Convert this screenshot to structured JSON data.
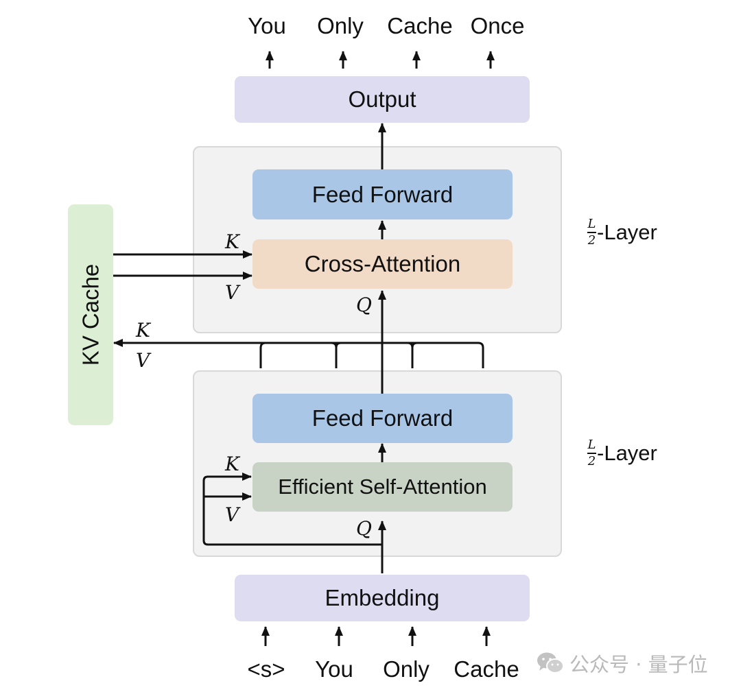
{
  "output_tokens": [
    "You",
    "Only",
    "Cache",
    "Once"
  ],
  "input_tokens": [
    "<s>",
    "You",
    "Only",
    "Cache"
  ],
  "blocks": {
    "output": "Output",
    "embedding": "Embedding",
    "upper_feed_forward": "Feed Forward",
    "cross_attention": "Cross-Attention",
    "lower_feed_forward": "Feed Forward",
    "self_attention": "Efficient Self-Attention",
    "kv_cache": "KV Cache"
  },
  "layer_labels": {
    "upper": {
      "numerator": "L",
      "denominator": "2",
      "suffix": "-Layer"
    },
    "lower": {
      "numerator": "L",
      "denominator": "2",
      "suffix": "-Layer"
    }
  },
  "symbols": {
    "K": "K",
    "V": "V",
    "Q": "Q"
  },
  "watermark": "公众号 · 量子位",
  "colors": {
    "output_embedding": "#dddcf0",
    "feed_forward": "#a9c6e6",
    "cross_attention": "#f2dbc6",
    "self_attention": "#c8d3c5",
    "kv_cache": "#dcefd4",
    "layer_panel": "#f2f2f2",
    "layer_border": "#d8d8d8"
  }
}
